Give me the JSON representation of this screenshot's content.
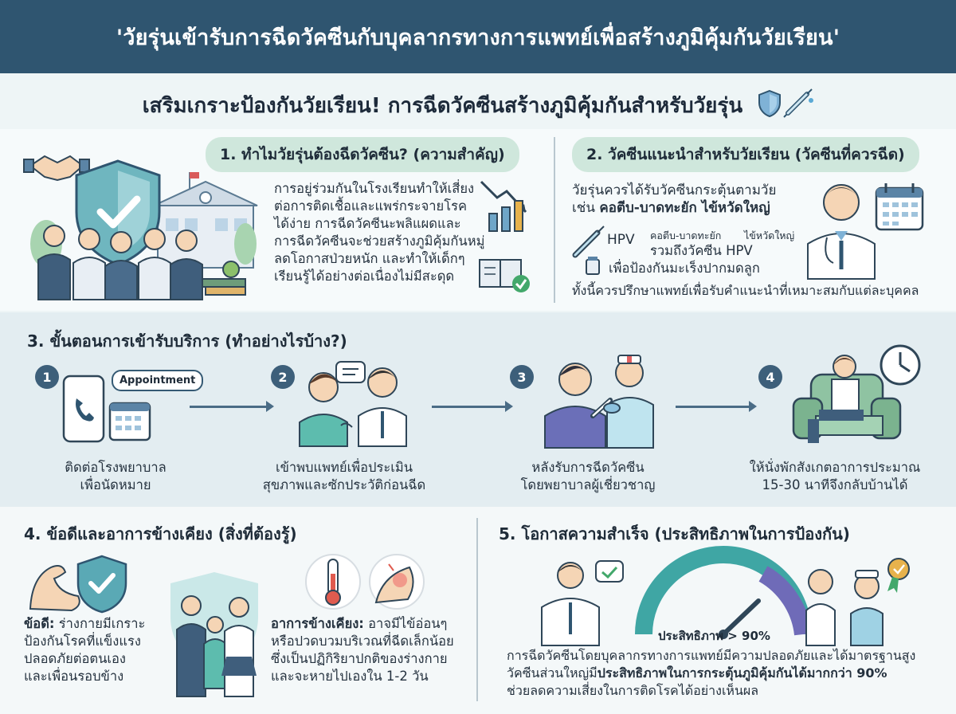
{
  "banner": {
    "title": "'วัยรุ่นเข้ารับการฉีดวัคซีนกับบุคลากรทางการแพทย์เพื่อสร้างภูมิคุ้มกันวัยเรียน'"
  },
  "heading": {
    "title": "เสริมเกราะป้องกันวัยเรียน! การฉีดวัคซีนสร้างภูมิคุ้มกันสำหรับวัยรุ่น"
  },
  "section1": {
    "title": "1. ทำไมวัยรุ่นต้องฉีดวัคซีน? (ความสำคัญ)",
    "lines": [
      "การอยู่ร่วมกันในโรงเรียนทำให้เสี่ยง",
      "ต่อการติดเชื้อและแพร่กระจายโรค",
      "ได้ง่าย การฉีดวัคซีนะพลิแผดและ",
      "การฉีดวัคซีนจะช่วยสร้างภูมิคุ้มกันหมู่",
      "ลดโอกาสป่วยหนัก และทำให้เด็กๆ",
      "เรียนรู้ได้อย่างต่อเนื่องไม่มีสะดุด"
    ]
  },
  "section2": {
    "title": "2. วัคซีนแนะนำสำหรับวัยเรียน (วัคซีนที่ควรฉีด)",
    "line1": "วัยรุ่นควรได้รับวัคซีนกระตุ้นตามวัย",
    "line2_prefix": "เช่น ",
    "line2_bold": "คอตีบ-บาดทะยัก ไข้หวัดใหญ่",
    "hpv_label": "HPV",
    "small_label1": "คอตีบ-บาดทะยัก",
    "small_label2": "ไข้หวัดใหญ่",
    "hpv_line": "รวมถึงวัคซีน HPV",
    "cancer_line": "เพื่อป้องกันมะเร็งปากมดลูก",
    "advice": "ทั้งนี้ควรปรึกษาแพทย์เพื่อรับคำแนะนำที่เหมาะสมกับแต่ละบุคคล"
  },
  "section3": {
    "title": "3. ขั้นตอนการเข้ารับบริการ (ทำอย่างไรบ้าง?)",
    "bubble": "Appointment",
    "steps": [
      {
        "num": "1",
        "line1": "ติดต่อโรงพยาบาล",
        "line2": "เพื่อนัดหมาย"
      },
      {
        "num": "2",
        "line1": "เข้าพบแพทย์เพื่อประเมิน",
        "line2": "สุขภาพและซักประวัติก่อนฉีด"
      },
      {
        "num": "3",
        "line1": "หลังรับการฉีดวัคซีน",
        "line2": "โดยพยาบาลผู้เชี่ยวชาญ"
      },
      {
        "num": "4",
        "line1": "ให้นั่งพักสังเกตอาการประมาณ",
        "line2": "15-30 นาทีจึงกลับบ้านได้"
      }
    ]
  },
  "section4": {
    "title": "4. ข้อดีและอาการข้างเคียง (สิ่งที่ต้องรู้)",
    "pros_label": "ข้อดี:",
    "pros_lines": [
      " ร่างกายมีเกราะ",
      "ป้องกันโรคที่แข็งแรง",
      "ปลอดภัยต่อตนเอง",
      "และเพื่อนรอบข้าง"
    ],
    "side_label": "อาการข้างเคียง:",
    "side_lines": [
      " อาจมีไข้อ่อนๆ",
      "หรือปวดบวมบริเวณที่ฉีดเล็กน้อย",
      "ซึ่งเป็นปฏิกิริยาปกติของร่างกาย",
      "และจะหายไปเองใน 1-2 วัน"
    ]
  },
  "section5": {
    "title": "5. โอกาสความสำเร็จ (ประสิทธิภาพในการป้องกัน)",
    "gauge_label": "ประสิทธิภาพ > 90%",
    "line1": "การฉีดวัคซีนโดยบุคลากรทางการแพทย์มีความปลอดภัยและได้มาตรฐานสูง",
    "line2_prefix": "วัคซีนส่วนใหญ่มี",
    "line2_bold": "ประสิทธิภาพในการกระตุ้นภูมิคุ้มกันได้มากกว่า 90%",
    "line3": "ช่วยลดความเสี่ยงในการติดโรคได้อย่างเห็นผล"
  },
  "icons": [
    "shield-icon",
    "syringe-icon",
    "handshake-icon",
    "school-icon",
    "chart-down-icon",
    "book-check-icon",
    "doctor-icon",
    "calendar-icon",
    "vaccine-vial-icon",
    "phone-icon",
    "chat-icon",
    "nurse-icon",
    "clock-icon",
    "armchair-icon",
    "muscle-icon",
    "thermometer-icon",
    "sore-arm-icon",
    "checkmark-icon",
    "medal-icon",
    "gauge-icon"
  ],
  "colors": {
    "banner": "#2f5570",
    "pill": "#cfe7dc",
    "accent": "#3d5f7a",
    "shield": "#5aa9b5"
  }
}
